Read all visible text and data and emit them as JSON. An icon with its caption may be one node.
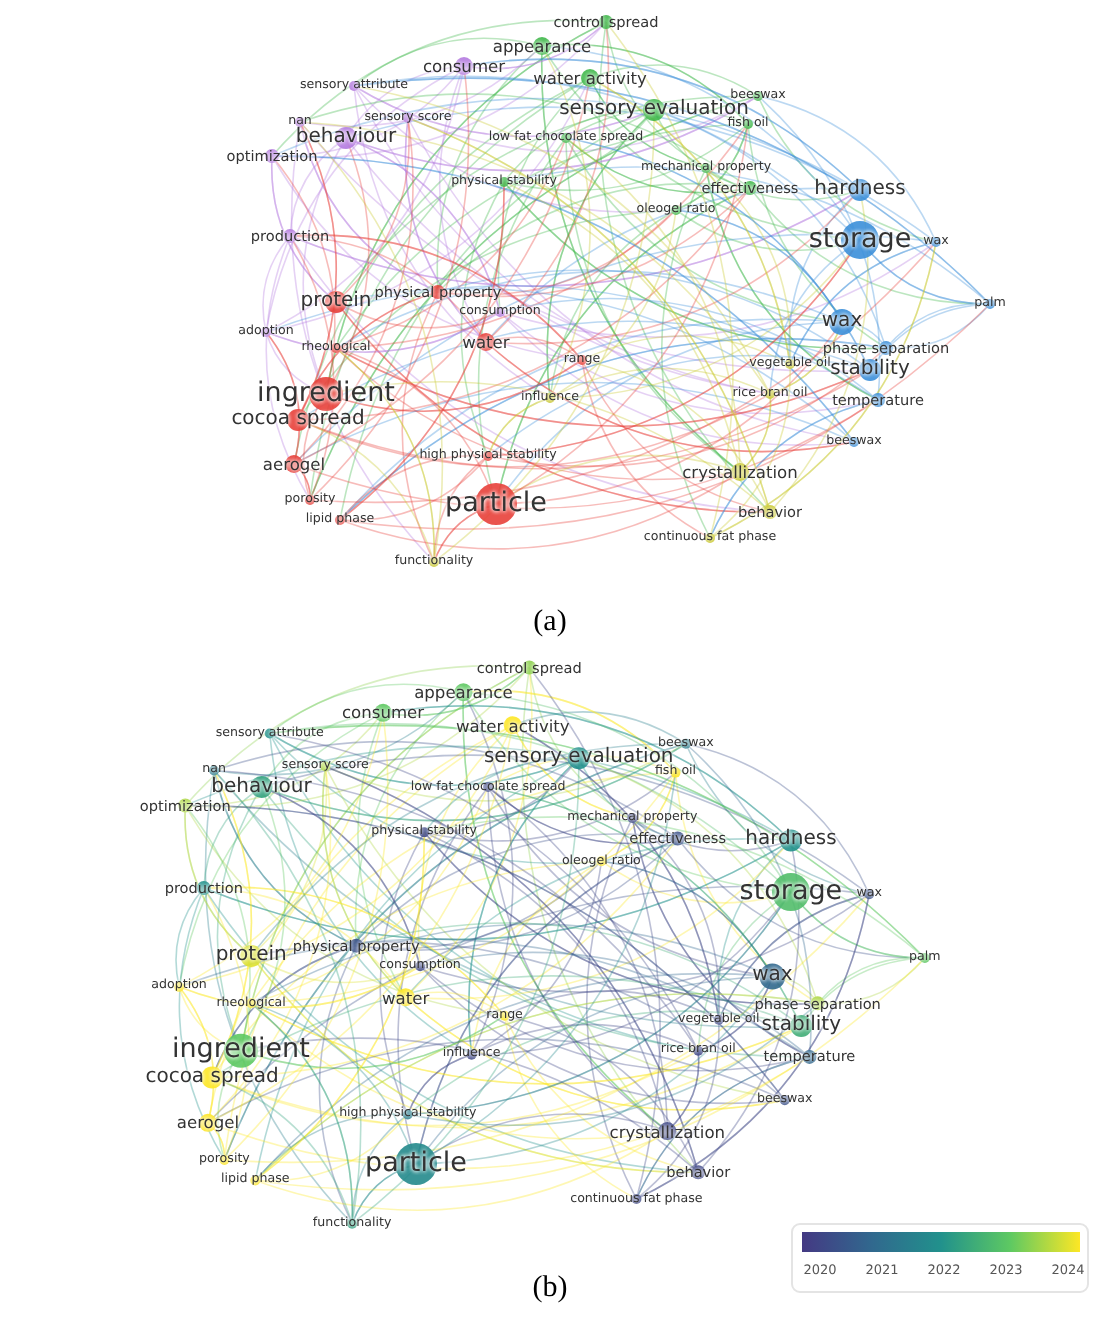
{
  "diagram": {
    "labels": [
      "control spread",
      "appearance",
      "consumer",
      "sensory attribute",
      "water activity",
      "nan",
      "sensory score",
      "sensory evaluation",
      "beeswax",
      "fish oil",
      "behaviour",
      "low fat chocolate spread",
      "optimization",
      "physical stability",
      "mechanical property",
      "effectiveness",
      "hardness",
      "oleogel ratio",
      "production",
      "storage",
      "wax",
      "physical property",
      "protein",
      "palm",
      "consumption",
      "wax",
      "adoption",
      "rheological",
      "water",
      "phase separation",
      "vegetable oil",
      "stability",
      "range",
      "rice bran oil",
      "ingredient",
      "influence",
      "temperature",
      "cocoa spread",
      "beeswax",
      "high physical stability",
      "aerogel",
      "crystallization",
      "porosity",
      "particle",
      "behavior",
      "lipid phase",
      "continuous fat phase",
      "functionality",
      "(a)",
      "control spread",
      "appearance",
      "consumer",
      "sensory attribute",
      "water activity",
      "nan",
      "sensory score",
      "sensory evaluation",
      "beeswax",
      "fish oil",
      "behaviour",
      "low fat chocolate spread",
      "optimization",
      "physical stability",
      "mechanical property",
      "effectiveness",
      "hardness",
      "oleogel ratio",
      "production",
      "storage",
      "wax",
      "physical property",
      "protein",
      "palm",
      "consumption",
      "wax",
      "adoption",
      "rheological",
      "water",
      "phase separation",
      "vegetable oil",
      "stability",
      "range",
      "rice bran oil",
      "ingredient",
      "influence",
      "temperature",
      "cocoa spread",
      "beeswax",
      "high physical stability",
      "aerogel",
      "crystallization",
      "porosity",
      "particle",
      "behavior",
      "lipid phase",
      "continuous fat phase",
      "functionality",
      "2020",
      "2021",
      "2022",
      "2023",
      "2024",
      "(b)"
    ]
  }
}
